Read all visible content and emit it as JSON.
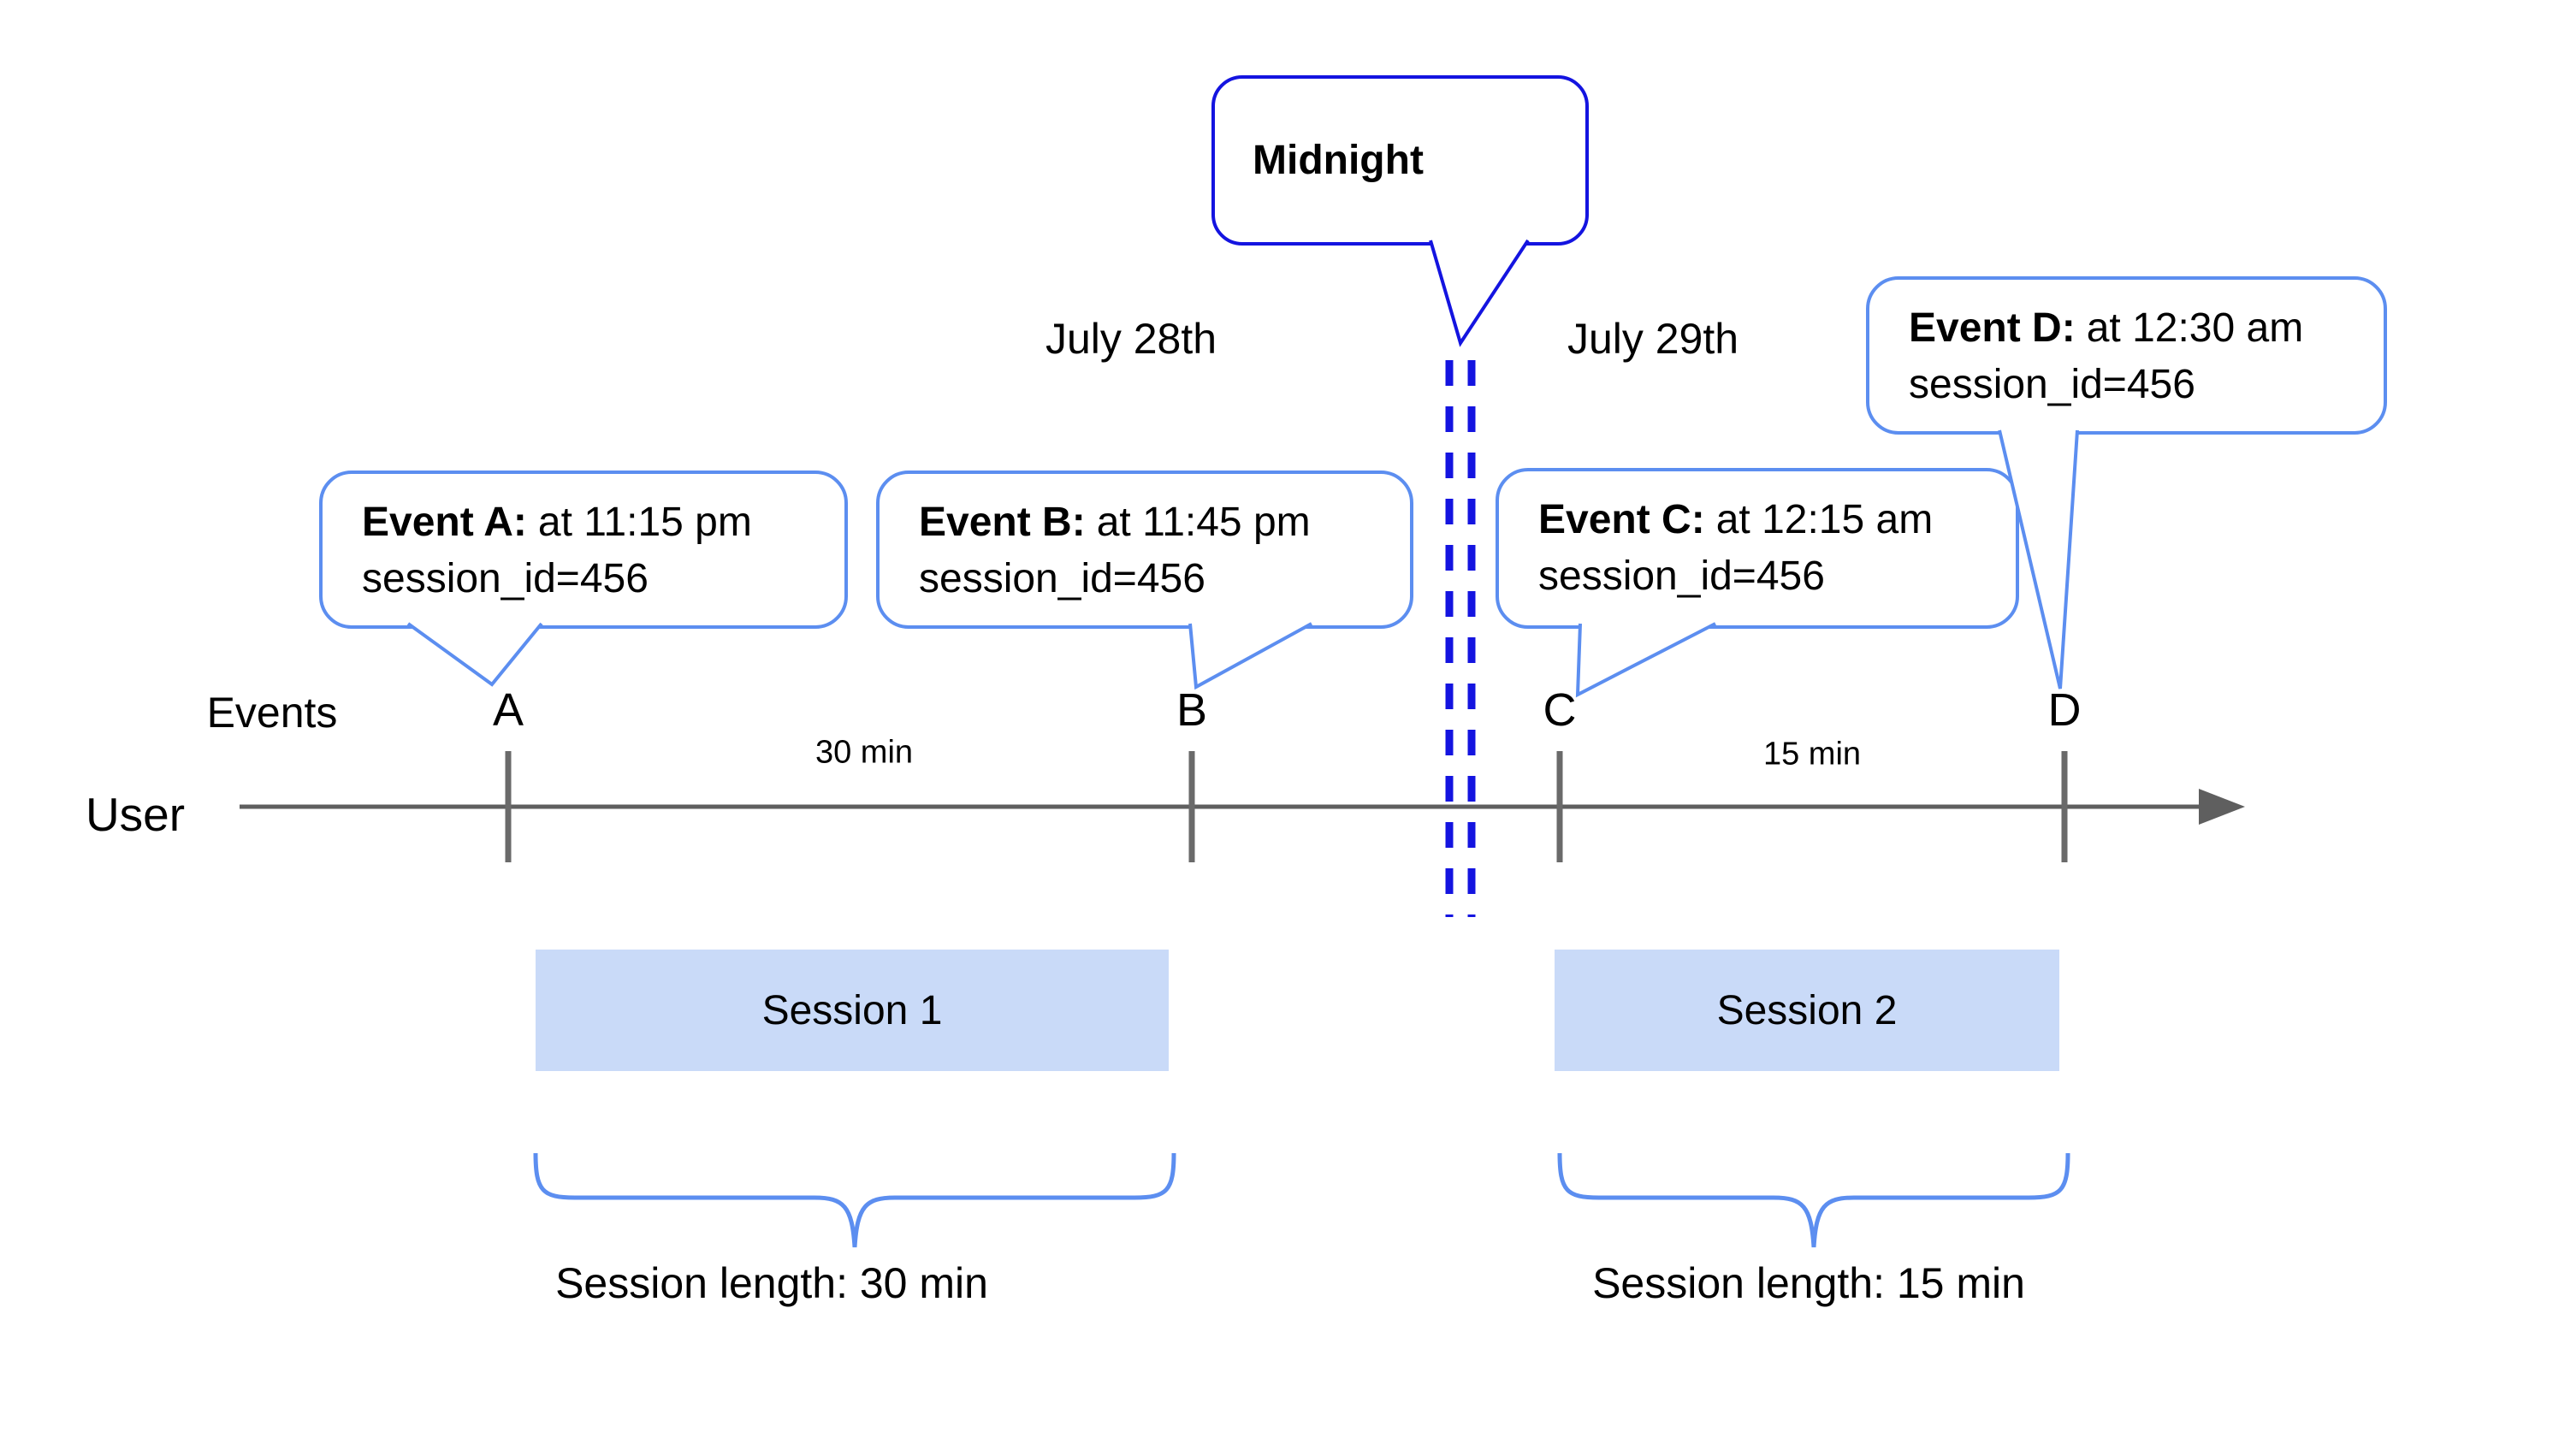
{
  "midnight_callout": {
    "label": "Midnight"
  },
  "dates": {
    "before": "July 28th",
    "after": "July 29th"
  },
  "axis": {
    "events_label": "Events",
    "user_label": "User"
  },
  "events": [
    {
      "id": "A",
      "tick_label": "A",
      "bold": "Event A:",
      "time": "at 11:15 pm",
      "session": "session_id=456"
    },
    {
      "id": "B",
      "tick_label": "B",
      "bold": "Event B:",
      "time": "at 11:45 pm",
      "session": "session_id=456"
    },
    {
      "id": "C",
      "tick_label": "C",
      "bold": "Event C:",
      "time": "at 12:15 am",
      "session": "session_id=456"
    },
    {
      "id": "D",
      "tick_label": "D",
      "bold": "Event D:",
      "time": "at 12:30 am",
      "session": "session_id=456"
    }
  ],
  "intervals": {
    "a_to_b": "30 min",
    "c_to_d": "15 min"
  },
  "sessions": [
    {
      "name": "Session 1",
      "length_label": "Session length: 30 min"
    },
    {
      "name": "Session 2",
      "length_label": "Session length: 15 min"
    }
  ],
  "colors": {
    "midnight_blue": "#1414e0",
    "callout_blue": "#5c8ef0",
    "session_fill": "#c9daf8",
    "timeline_gray": "#5f5f5f",
    "text": "#000000"
  }
}
